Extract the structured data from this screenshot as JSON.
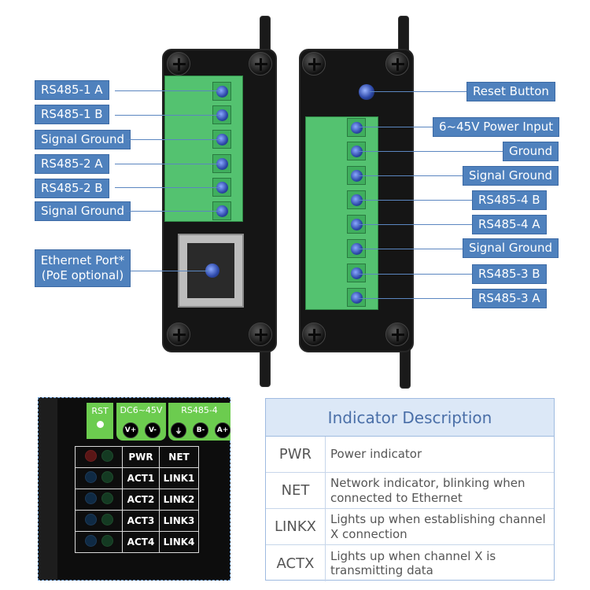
{
  "left_callouts": [
    {
      "label": "RS485-1 A"
    },
    {
      "label": "RS485-1 B"
    },
    {
      "label": "Signal Ground"
    },
    {
      "label": "RS485-2 A"
    },
    {
      "label": "RS485-2 B"
    },
    {
      "label": "Signal Ground"
    }
  ],
  "ethernet_callout": {
    "line1": "Ethernet Port*",
    "line2": "(PoE optional)"
  },
  "right_callouts": [
    {
      "label": "Reset Button"
    },
    {
      "label": "6~45V Power Input"
    },
    {
      "label": "Ground"
    },
    {
      "label": "Signal Ground"
    },
    {
      "label": "RS485-4 B"
    },
    {
      "label": "RS485-4 A"
    },
    {
      "label": "Signal Ground"
    },
    {
      "label": "RS485-3 B"
    },
    {
      "label": "RS485-3 A"
    }
  ],
  "panel": {
    "rst_label": "RST",
    "power_label": "DC6~45V",
    "port_label": "RS485-4",
    "v_plus": "V+",
    "v_minus": "V-",
    "b_minus": "B-",
    "a_plus": "A+",
    "ground_symbol": "⏚",
    "led_rows": [
      {
        "left": "PWR",
        "right": "NET"
      },
      {
        "left": "ACT1",
        "right": "LINK1"
      },
      {
        "left": "ACT2",
        "right": "LINK2"
      },
      {
        "left": "ACT3",
        "right": "LINK3"
      },
      {
        "left": "ACT4",
        "right": "LINK4"
      }
    ]
  },
  "indicator_table": {
    "title": "Indicator Description",
    "rows": [
      {
        "key": "PWR",
        "desc": "Power indicator"
      },
      {
        "key": "NET",
        "desc": "Network indicator, blinking when connected to Ethernet"
      },
      {
        "key": "LINKX",
        "desc": "Lights up when establishing channel X connection"
      },
      {
        "key": "ACTX",
        "desc": "Lights up when channel X is transmitting data"
      }
    ]
  },
  "colors": {
    "callout_bg": "#4f81bd",
    "terminal_green": "#54c270",
    "device_body": "#151515",
    "table_header_bg": "#dce8f7"
  }
}
